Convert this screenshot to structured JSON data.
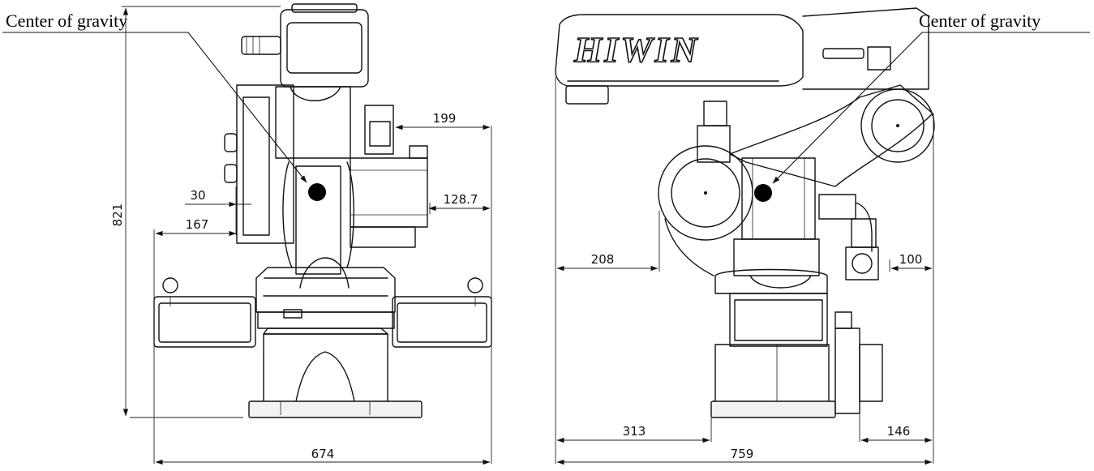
{
  "brand": "HIWIN",
  "front_view": {
    "cog_label": "Center of gravity",
    "dims": {
      "height": "821",
      "width": "674",
      "left_offset": "167",
      "cog_offset": "30",
      "right_top": "199",
      "right_mid": "128.7"
    }
  },
  "side_view": {
    "cog_label": "Center of gravity",
    "dims": {
      "width": "759",
      "left_base": "313",
      "right_base": "146",
      "left_mid": "208",
      "right_mid": "100"
    }
  }
}
